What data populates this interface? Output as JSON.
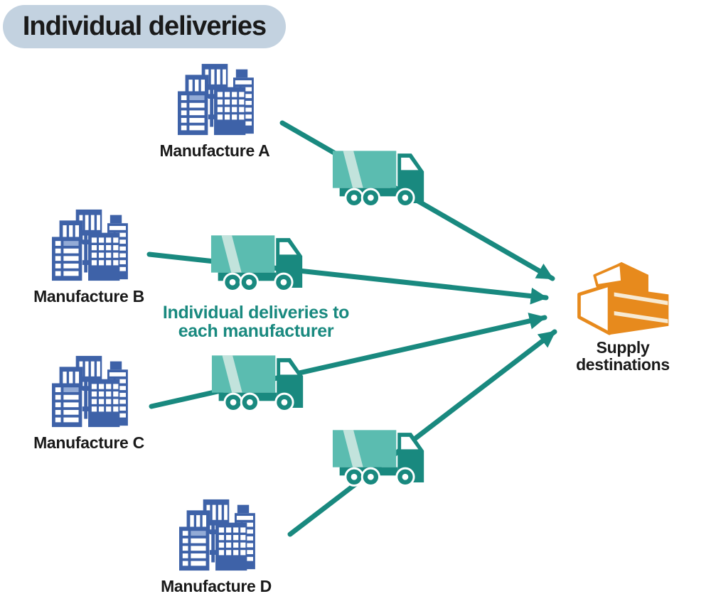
{
  "title": "Individual deliveries",
  "note": {
    "line1": "Individual deliveries to",
    "line2": "each manufacturer"
  },
  "manufacturers": [
    {
      "label": "Manufacture A"
    },
    {
      "label": "Manufacture B"
    },
    {
      "label": "Manufacture C"
    },
    {
      "label": "Manufacture D"
    }
  ],
  "destination": {
    "label_line1": "Supply",
    "label_line2": "destinations"
  },
  "flows": [
    {
      "from": "Manufacture A",
      "via": "truck",
      "to": "Supply destinations"
    },
    {
      "from": "Manufacture B",
      "via": "truck",
      "to": "Supply destinations"
    },
    {
      "from": "Manufacture C",
      "via": "truck",
      "to": "Supply destinations"
    },
    {
      "from": "Manufacture D",
      "via": "truck",
      "to": "Supply destinations"
    }
  ],
  "icons": {
    "building": "city-buildings-icon",
    "truck": "delivery-truck-icon",
    "factory": "warehouse-icon"
  },
  "colors": {
    "accent-teal": "#19897f",
    "truck-body-teal": "#5bbcb0",
    "truck-stripe-pale": "#c2e3dc",
    "building-blue": "#3e62a8",
    "window-highlight-blue": "#93abd6",
    "factory-orange": "#e78a1d",
    "factory-stripe-cream": "#f7ead3",
    "badge-background": "#c3d2e0",
    "text-ink": "#1a1a1a",
    "background": "#ffffff"
  }
}
